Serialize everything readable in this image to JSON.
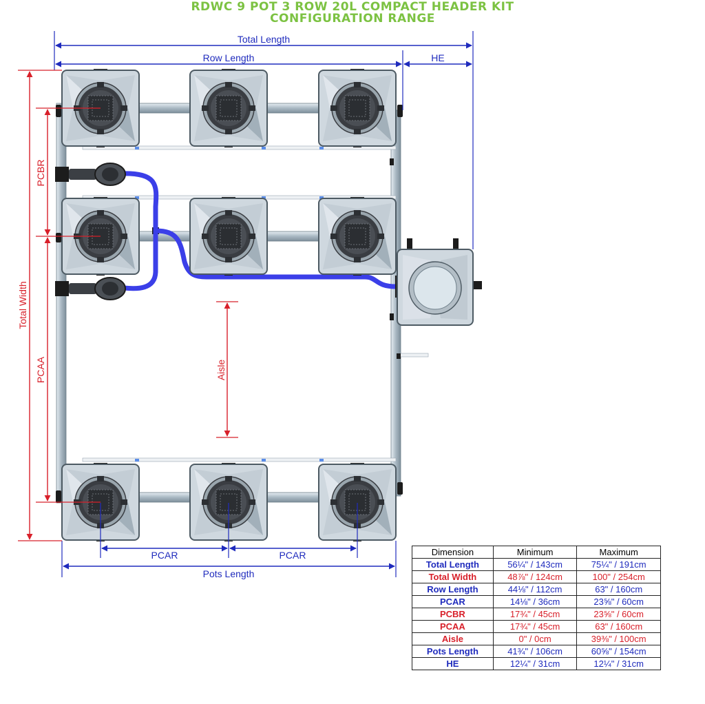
{
  "title": {
    "line1": "RDWC 9 POT 3 ROW 20L COMPACT HEADER KIT",
    "line2": "CONFIGURATION RANGE",
    "color": "#7cc242"
  },
  "colors": {
    "blue_dim": "#1f2bbd",
    "red_dim": "#d8202a",
    "hose": "#3b3fe8",
    "pipe": "#b9c6cf",
    "pot": "#cfd8df",
    "lid": "#3a3d42"
  },
  "dimension_labels": {
    "total_length": "Total Length",
    "row_length": "Row Length",
    "he": "HE",
    "total_width": "Total Width",
    "pcbr": "PCBR",
    "pcaa": "PCAA",
    "aisle": "Aisle",
    "pcar_left": "PCAR",
    "pcar_right": "PCAR",
    "pots_length": "Pots Length"
  },
  "table": {
    "headers": [
      "Dimension",
      "Minimum",
      "Maximum"
    ],
    "rows": [
      {
        "dimension": "Total Length",
        "minimum": "56¼\" / 143cm",
        "maximum": "75¼\" / 191cm",
        "color": "#1f2bbd"
      },
      {
        "dimension": "Total Width",
        "minimum": "48⅞\" / 124cm",
        "maximum": "100\" / 254cm",
        "color": "#d8202a"
      },
      {
        "dimension": "Row Length",
        "minimum": "44⅛\" / 112cm",
        "maximum": "63\" / 160cm",
        "color": "#1f2bbd"
      },
      {
        "dimension": "PCAR",
        "minimum": "14⅛\" / 36cm",
        "maximum": "23⅝\" / 60cm",
        "color": "#1f2bbd"
      },
      {
        "dimension": "PCBR",
        "minimum": "17¾\" / 45cm",
        "maximum": "23⅝\" / 60cm",
        "color": "#d8202a"
      },
      {
        "dimension": "PCAA",
        "minimum": "17¾\" / 45cm",
        "maximum": "63\" / 160cm",
        "color": "#d8202a"
      },
      {
        "dimension": "Aisle",
        "minimum": "0\" / 0cm",
        "maximum": "39⅜\" / 100cm",
        "color": "#d8202a"
      },
      {
        "dimension": "Pots Length",
        "minimum": "41¾\" / 106cm",
        "maximum": "60⅝\" / 154cm",
        "color": "#1f2bbd"
      },
      {
        "dimension": "HE",
        "minimum": "12¼\" / 31cm",
        "maximum": "12¼\" / 31cm",
        "color": "#1f2bbd"
      }
    ]
  }
}
